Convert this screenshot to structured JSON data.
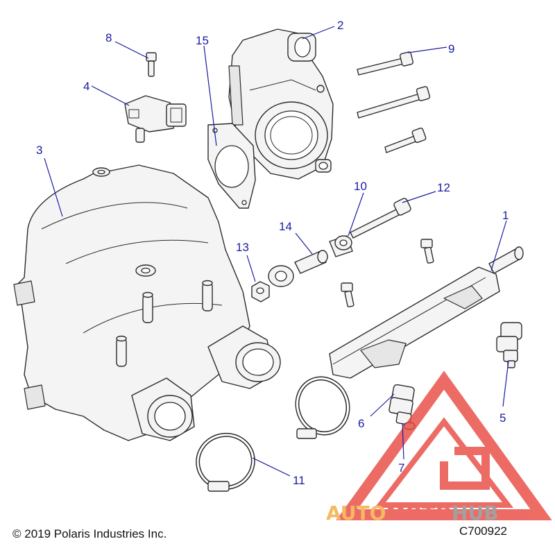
{
  "callouts": [
    {
      "id": "1",
      "label": "1"
    },
    {
      "id": "2",
      "label": "2"
    },
    {
      "id": "3",
      "label": "3"
    },
    {
      "id": "4",
      "label": "4"
    },
    {
      "id": "5",
      "label": "5"
    },
    {
      "id": "6",
      "label": "6"
    },
    {
      "id": "7",
      "label": "7"
    },
    {
      "id": "8",
      "label": "8"
    },
    {
      "id": "9",
      "label": "9"
    },
    {
      "id": "10",
      "label": "10"
    },
    {
      "id": "11",
      "label": "11"
    },
    {
      "id": "12",
      "label": "12"
    },
    {
      "id": "13",
      "label": "13"
    },
    {
      "id": "14",
      "label": "14"
    },
    {
      "id": "15",
      "label": "15"
    }
  ],
  "footer": {
    "copyright": "© 2019 Polaris Industries Inc.",
    "code": "C700922"
  },
  "watermark": {
    "part1": "AUTO",
    "part2": "MOTO",
    "part3": "HUB",
    "colors": {
      "red": "#e8483f",
      "orange": "#f4a83a",
      "gray": "#8a8a8a"
    }
  },
  "colors": {
    "callout": "#1a1aa0",
    "outline": "#2a2a2a",
    "fill": "#f4f4f4"
  }
}
